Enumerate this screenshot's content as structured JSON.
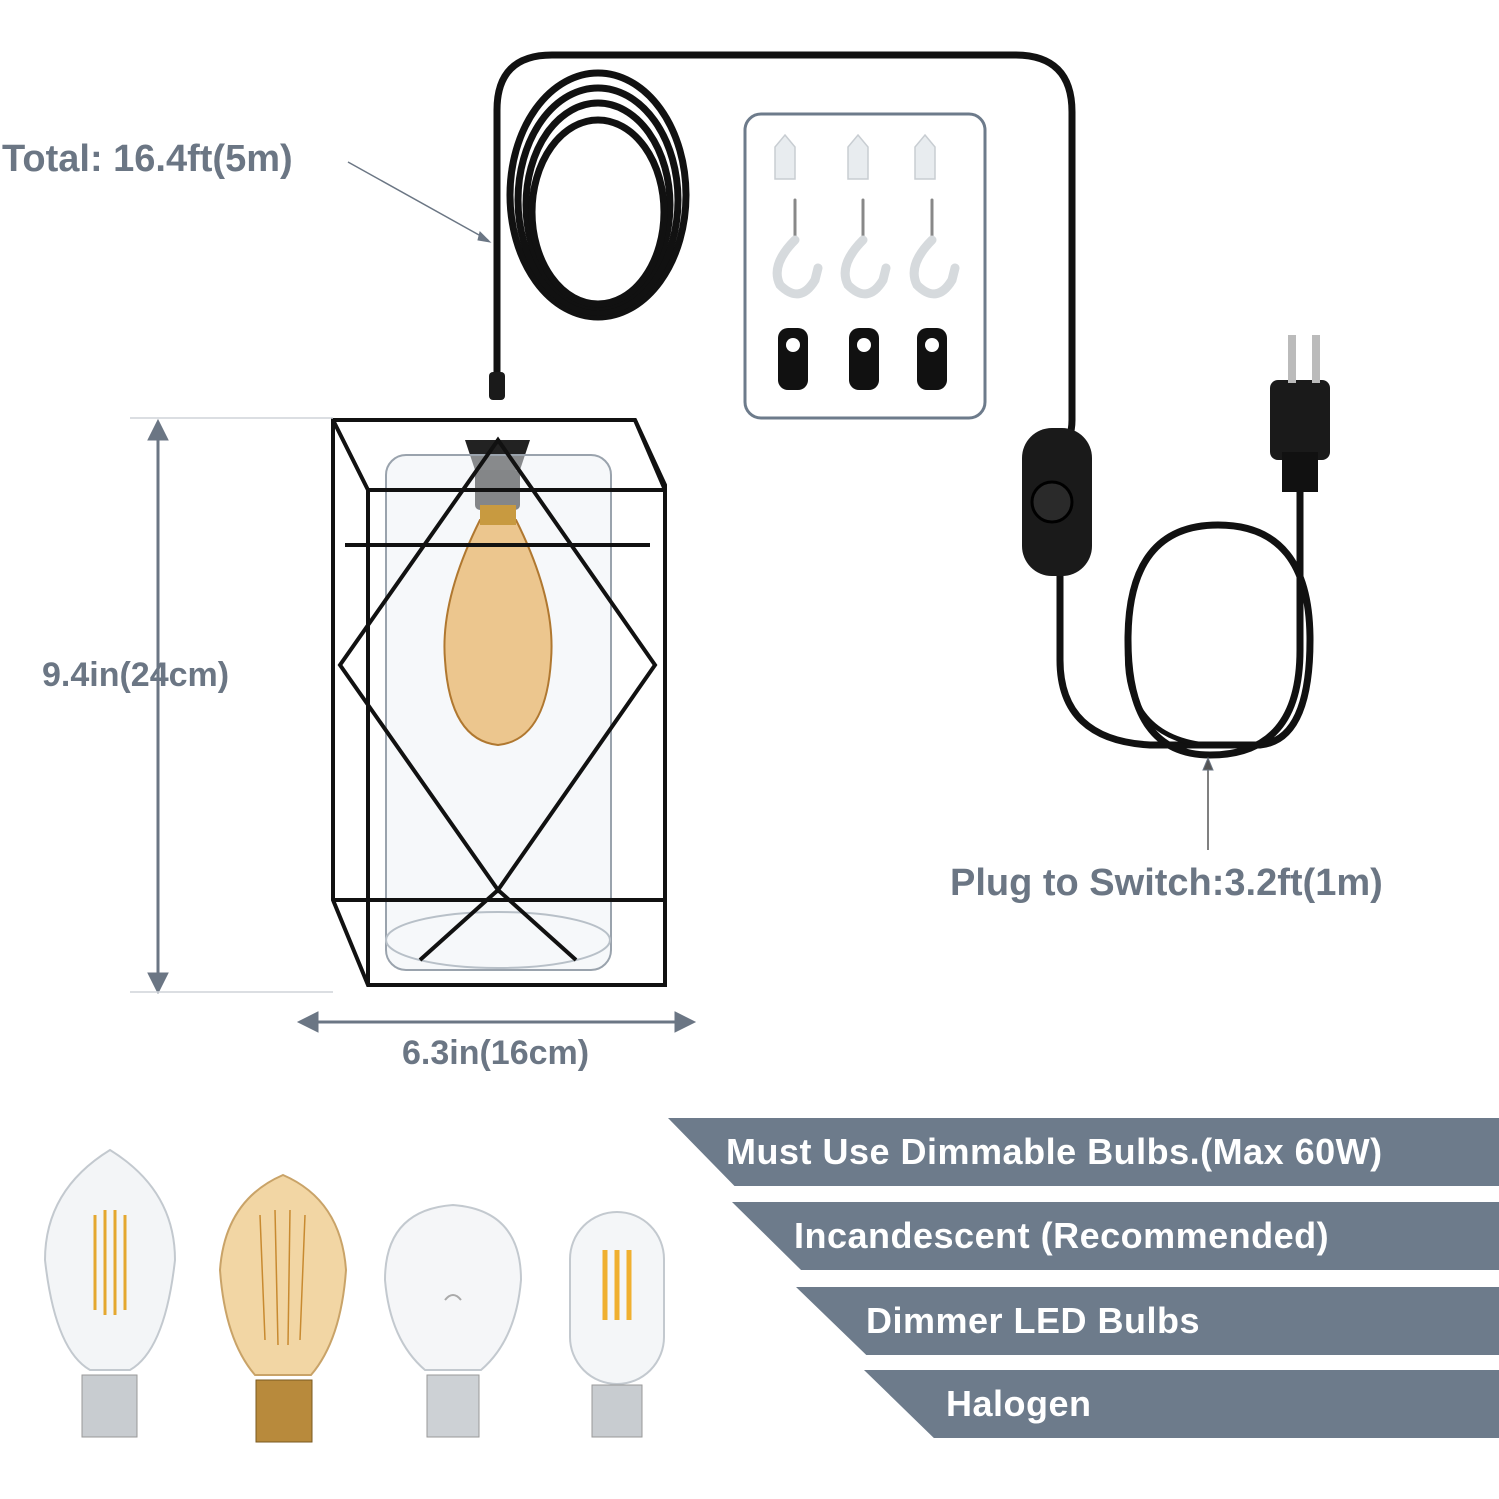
{
  "dimensions": {
    "total_cord": "Total: 16.4ft(5m)",
    "height": "9.4in(24cm)",
    "width": "6.3in(16cm)",
    "plug_to_switch": "Plug to Switch:3.2ft(1m)"
  },
  "accessories": {
    "items": [
      {
        "name": "drywall-anchor",
        "count": 3
      },
      {
        "name": "ceiling-hook",
        "count": 3
      },
      {
        "name": "cord-clip",
        "count": 3
      }
    ]
  },
  "bulb_banners": [
    {
      "label": "Must Use Dimmable Bulbs.(Max 60W)"
    },
    {
      "label": "Incandescent (Recommended)"
    },
    {
      "label": "Dimmer LED Bulbs"
    },
    {
      "label": "Halogen"
    }
  ],
  "bulbs": [
    {
      "type": "st64-led-filament-bulb"
    },
    {
      "type": "edison-incandescent-bulb"
    },
    {
      "type": "a19-clear-bulb"
    },
    {
      "type": "t45-led-filament-bulb"
    }
  ],
  "colors": {
    "label_gray": "#6b7684",
    "banner_bg": "#6d7b8b",
    "banner_text": "#ffffff",
    "cord": "#111111"
  }
}
